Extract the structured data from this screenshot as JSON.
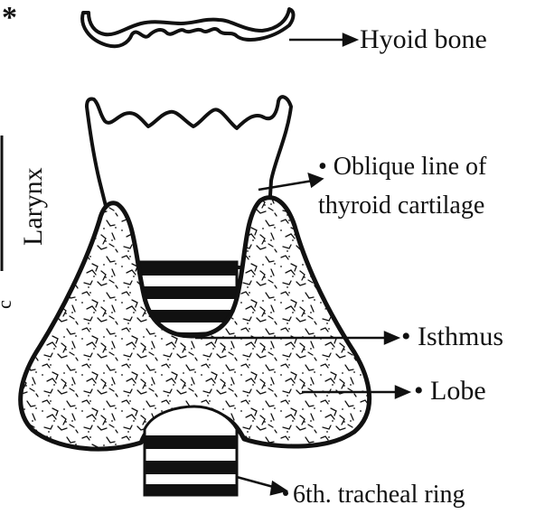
{
  "figure": {
    "corner_mark": "*",
    "colors": {
      "ink": "#111111",
      "paper": "#ffffff"
    }
  },
  "labels": {
    "hyoid": "Hyoid bone",
    "oblique_1": "• Oblique line of",
    "oblique_2": "thyroid cartilage",
    "isthmus": "• Isthmus",
    "lobe": "• Lobe",
    "tracheal": "6th. tracheal ring",
    "larynx": "Larynx",
    "edge_c": "c"
  }
}
